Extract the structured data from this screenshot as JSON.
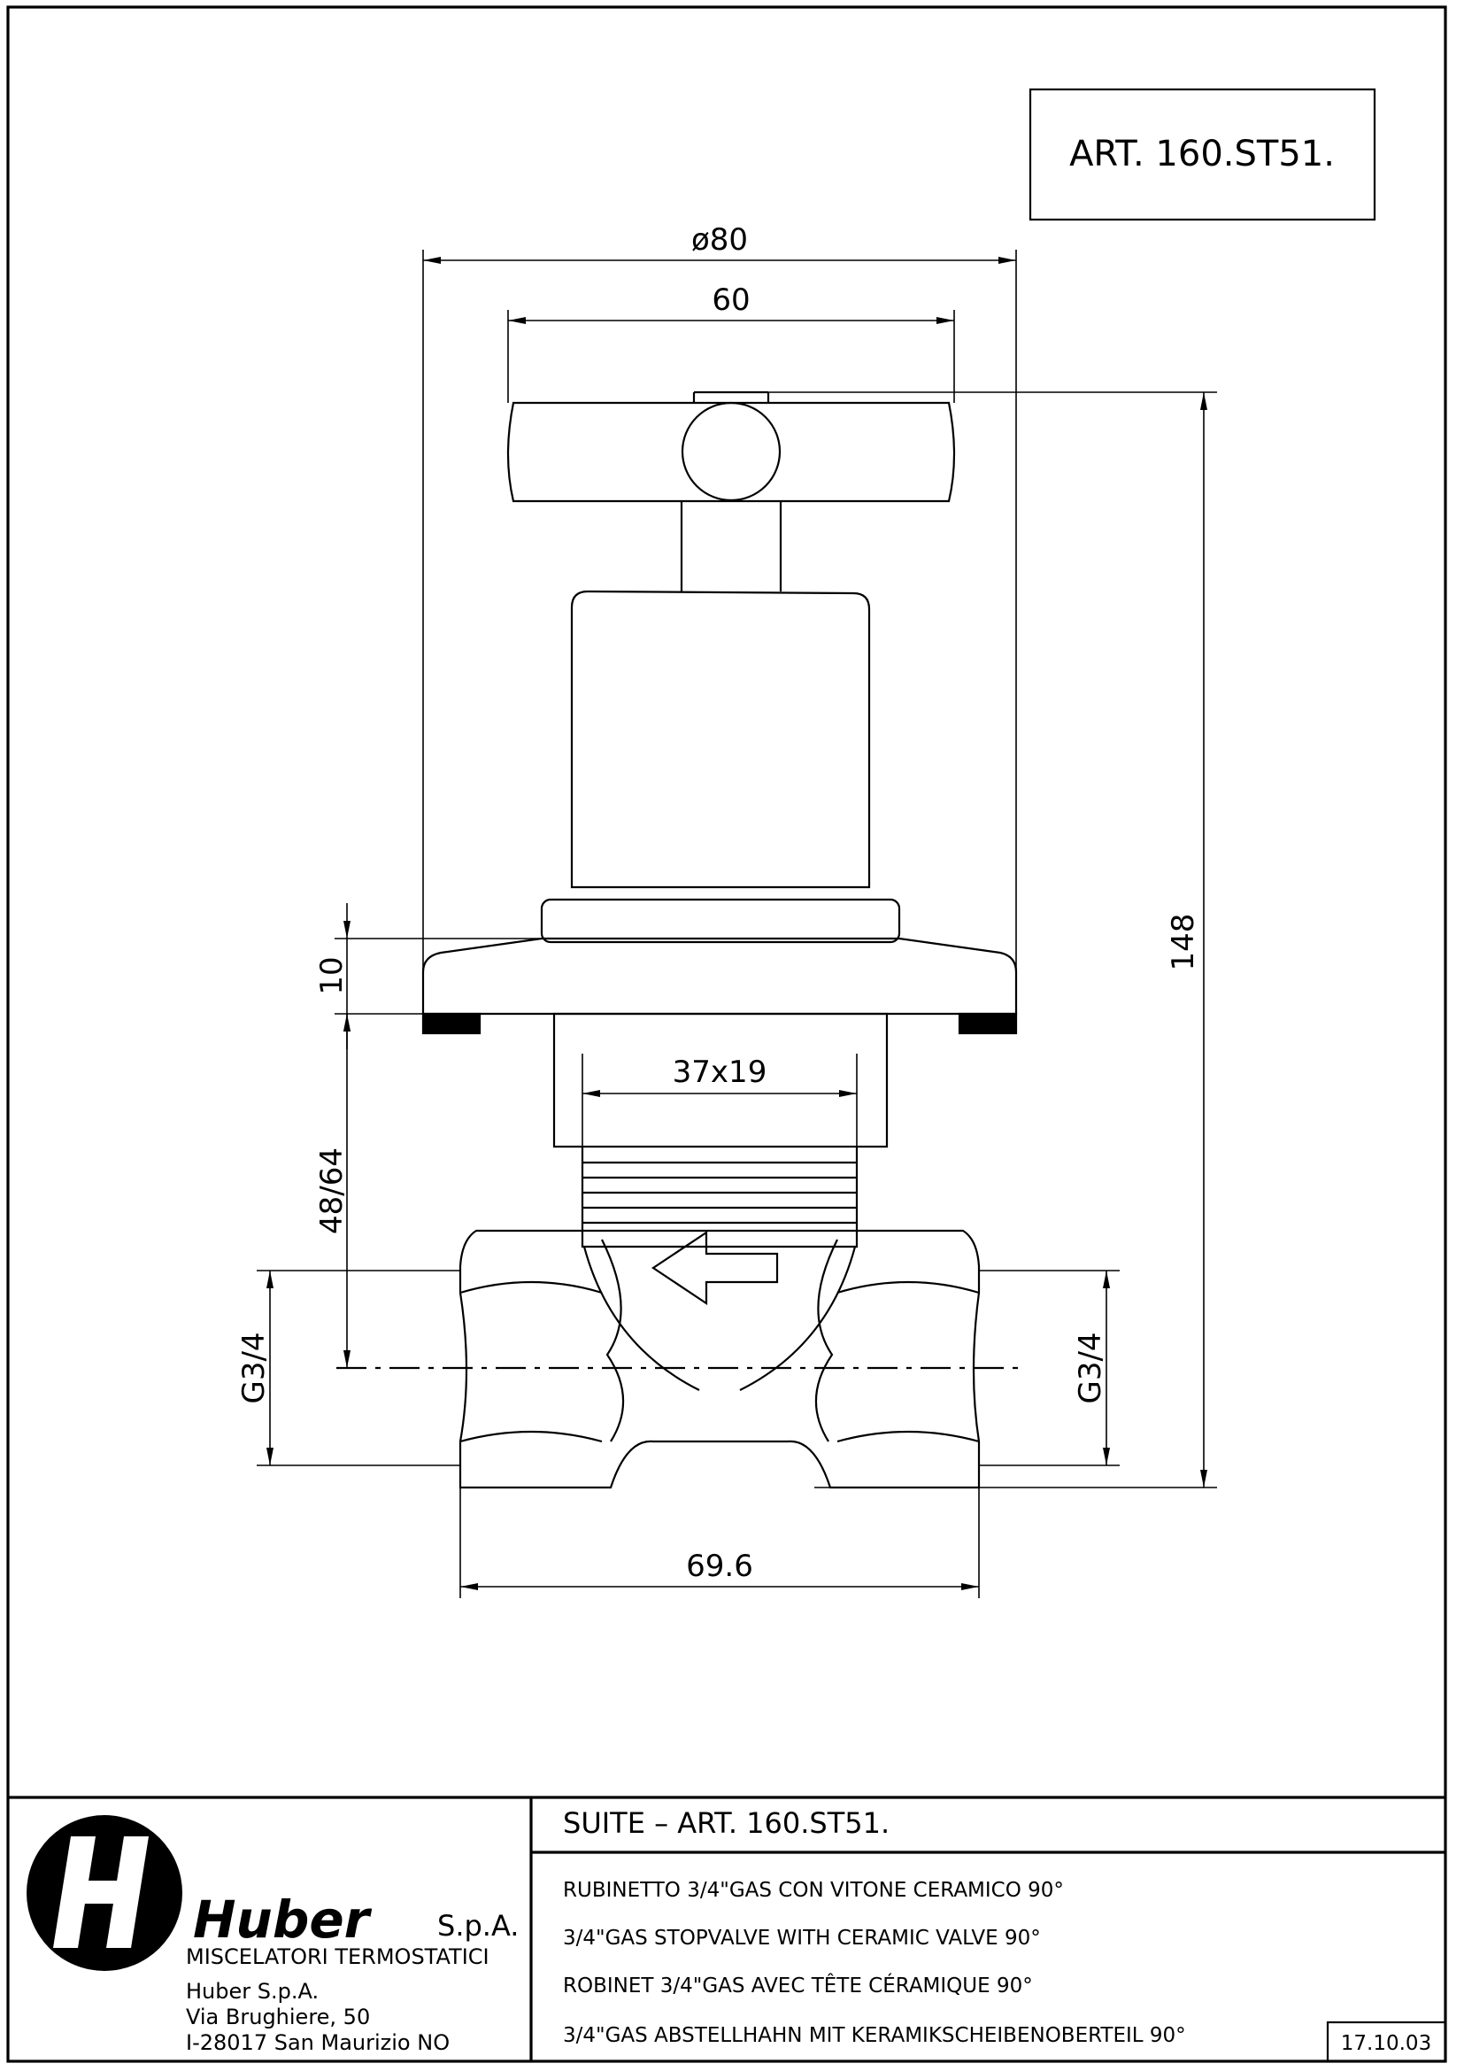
{
  "article_box": {
    "label": "ART.  160.ST51."
  },
  "dimensions": {
    "diameter": "ø80",
    "handle_width": "60",
    "height_total": "148",
    "flange_height": "10",
    "depth_range": "48/64",
    "spindle": "37x19",
    "thread_left": "G3/4",
    "thread_right": "G3/4",
    "body_width": "69.6"
  },
  "title_block": {
    "logo_name": "Huber",
    "logo_suffix": "S.p.A.",
    "subtitle": "MISCELATORI TERMOSTATICI",
    "address_lines": [
      "Huber S.p.A.",
      "Via Brughiere, 50",
      "I-28017 San Maurizio NO"
    ],
    "product_title": "SUITE  –  ART.  160.ST51.",
    "descriptions": [
      "RUBINETTO 3/4\"GAS CON VITONE CERAMICO 90°",
      "3/4\"GAS STOPVALVE WITH CERAMIC VALVE 90°",
      "ROBINET 3/4\"GAS AVEC TÊTE CÉRAMIQUE 90°",
      "3/4\"GAS ABSTELLHAHN MIT KERAMIKSCHEIBENOBERTEIL 90°"
    ],
    "date": "17.10.03"
  }
}
